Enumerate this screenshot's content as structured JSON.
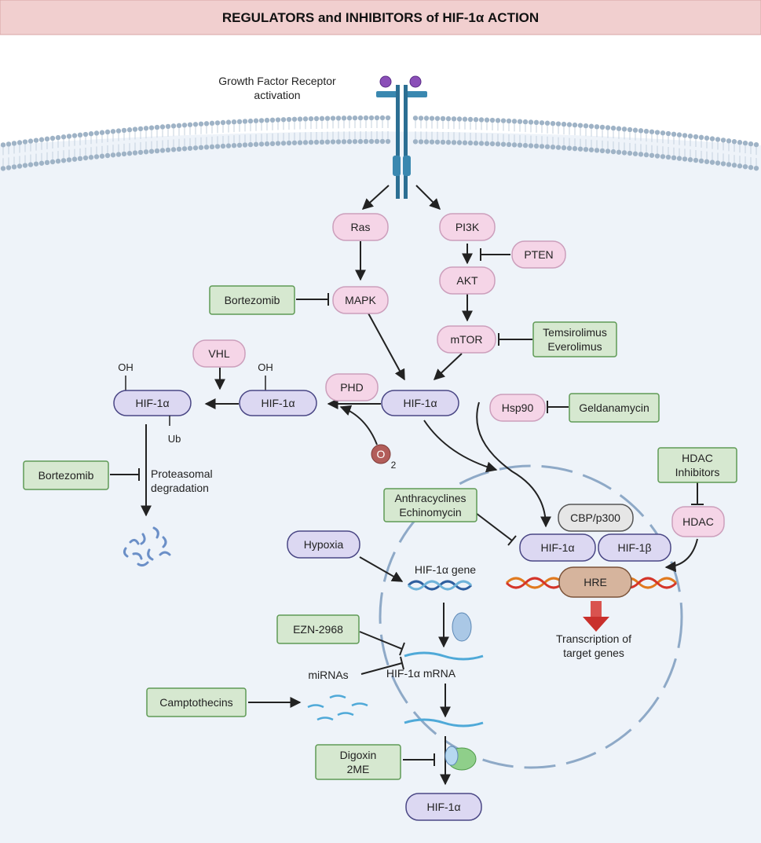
{
  "title": "REGULATORS and INHIBITORS of HIF-1α ACTION",
  "receptor_label": [
    "Growth Factor Receptor",
    "activation"
  ],
  "pathway": {
    "ras": "Ras",
    "pi3k": "PI3K",
    "pten": "PTEN",
    "akt": "AKT",
    "mapk": "MAPK",
    "mtor": "mTOR",
    "vhl": "VHL",
    "phd": "PHD",
    "hsp90": "Hsp90",
    "hdac": "HDAC",
    "cbp": "CBP/p300",
    "hre": "HRE"
  },
  "hif": {
    "alpha": "HIF-1α",
    "beta": "HIF-1β",
    "oh": "OH",
    "ub": "Ub",
    "o2_main": "O",
    "o2_sub": "2"
  },
  "inhibitors": {
    "bortezomib": "Bortezomib",
    "temsirolimus": [
      "Temsirolimus",
      "Everolimus"
    ],
    "geldanamycin": "Geldanamycin",
    "hdac_inhibitors": [
      "HDAC",
      "Inhibitors"
    ],
    "anthracyclines": [
      "Anthracyclines",
      "Echinomycin"
    ],
    "ezn": "EZN-2968",
    "camptothecins": "Camptothecins",
    "digoxin": [
      "Digoxin",
      "2ME"
    ]
  },
  "labels": {
    "proteasomal": [
      "Proteasomal",
      "degradation"
    ],
    "hypoxia": "Hypoxia",
    "hif_gene": "HIF-1α gene",
    "hif_mrna": "HIF-1α mRNA",
    "mirnas": "miRNAs",
    "transcription": [
      "Transcription of",
      "target genes"
    ]
  },
  "colors": {
    "pink_fill": "#f5d5e7",
    "pink_stroke": "#cc9fbc",
    "lavender_fill": "#dcd8f2",
    "lavender_stroke": "#4a4785",
    "green_fill": "#d6e8d0",
    "green_stroke": "#5f9a55",
    "title_bg": "#f1cfcf",
    "cell_bg": "#eef3f9",
    "membrane": "#9fb3c6"
  }
}
